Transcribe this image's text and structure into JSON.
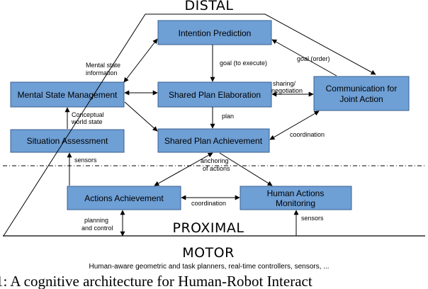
{
  "headers": {
    "distal": "DISTAL",
    "proximal": "PROXIMAL",
    "motor": "MOTOR",
    "motor_desc": "Human-aware geometric and task planners, real-time controllers, sensors, ..."
  },
  "boxes": {
    "intention_prediction": "Intention Prediction",
    "mental_state_management": "Mental State Management",
    "shared_plan_elaboration": "Shared Plan Elaboration",
    "communication_line1": "Communication for",
    "communication_line2": "Joint Action",
    "situation_assessment": "Situation Assessment",
    "shared_plan_achievement": "Shared Plan Achievement",
    "actions_achievement": "Actions Achievement",
    "human_actions_line1": "Human Actions",
    "human_actions_line2": "Monitoring"
  },
  "edge_labels": {
    "mental_state_info_1": "Mental state",
    "mental_state_info_2": "information",
    "goal_execute": "goal (to execute)",
    "goal_order": "goal (order)",
    "sharing_1": "sharing/",
    "sharing_2": "negotiation",
    "conceptual_1": "Conceptual",
    "conceptual_2": "world state",
    "plan": "plan",
    "coordination_top": "coordination",
    "sensors_left": "sensors",
    "anchoring_1": "anchoring",
    "anchoring_2": "of actions",
    "coordination_bottom": "coordination",
    "planning_1": "planning",
    "planning_2": "and control",
    "sensors_right": "sensors"
  },
  "caption": "1: A cognitive architecture for Human-Robot Interact"
}
